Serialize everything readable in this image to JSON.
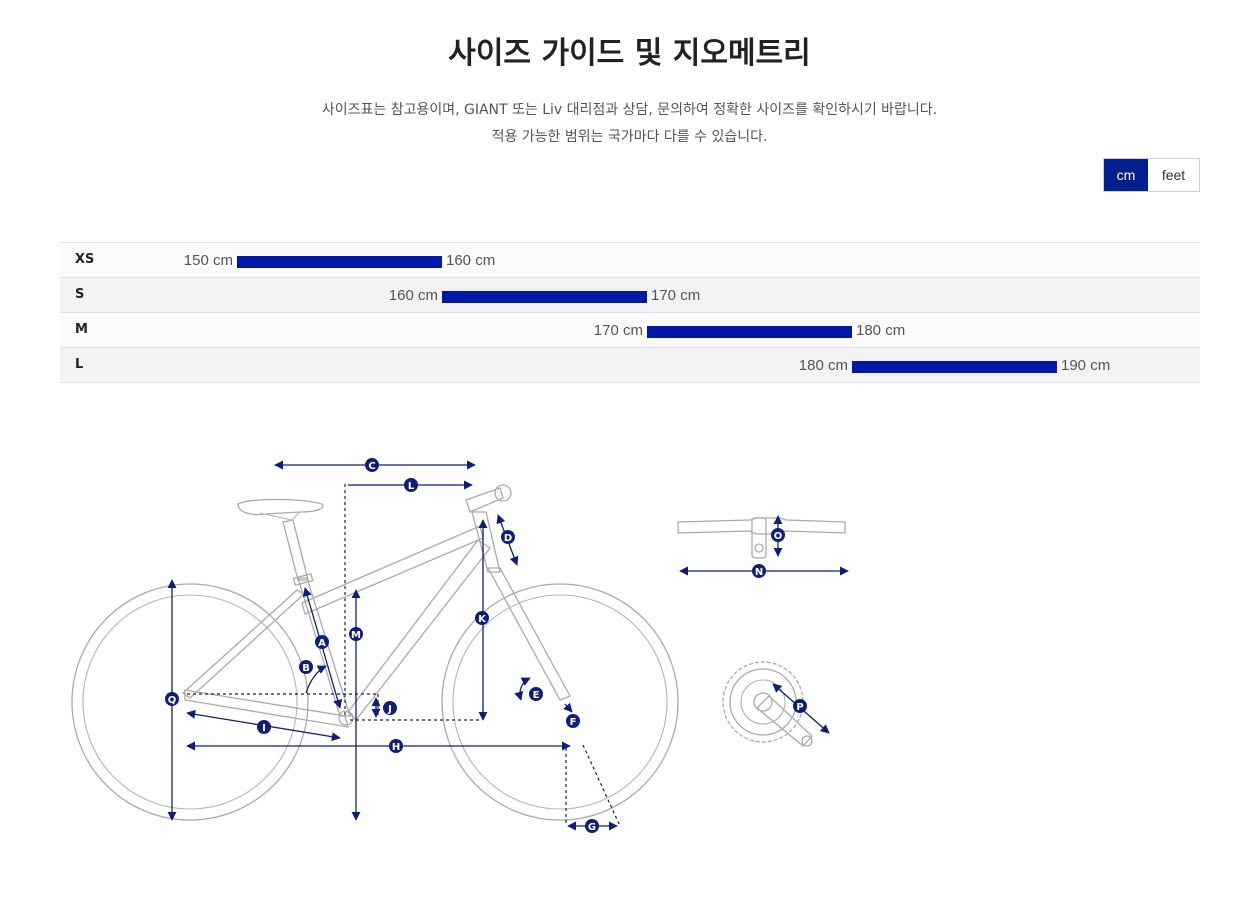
{
  "header": {
    "title": "사이즈 가이드 및 지오메트리",
    "subtitle_line1": "사이즈표는 참고용이며, GIANT 또는 Liv 대리점과 상담, 문의하여 정확한 사이즈를 확인하시기 바랍니다.",
    "subtitle_line2": "적용 가능한 범위는 국가마다 다를 수 있습니다."
  },
  "unit_toggle": {
    "options": [
      "cm",
      "feet"
    ],
    "selected": "cm"
  },
  "sizes": [
    {
      "size": "XS",
      "min": 150,
      "max": 160,
      "min_label": "150 cm",
      "max_label": "160 cm"
    },
    {
      "size": "S",
      "min": 160,
      "max": 170,
      "min_label": "160 cm",
      "max_label": "170 cm"
    },
    {
      "size": "M",
      "min": 170,
      "max": 180,
      "min_label": "170 cm",
      "max_label": "180 cm"
    },
    {
      "size": "L",
      "min": 180,
      "max": 190,
      "min_label": "180 cm",
      "max_label": "190 cm"
    }
  ],
  "colors": {
    "accent": "#0018a8",
    "toggle_active": "#00208f",
    "diagram_line": "#0d1f7a",
    "frame_gray": "#aaaaaa"
  },
  "geometry_labels": [
    "A",
    "B",
    "C",
    "D",
    "E",
    "F",
    "G",
    "H",
    "I",
    "J",
    "K",
    "L",
    "M",
    "N",
    "O",
    "P",
    "Q"
  ]
}
